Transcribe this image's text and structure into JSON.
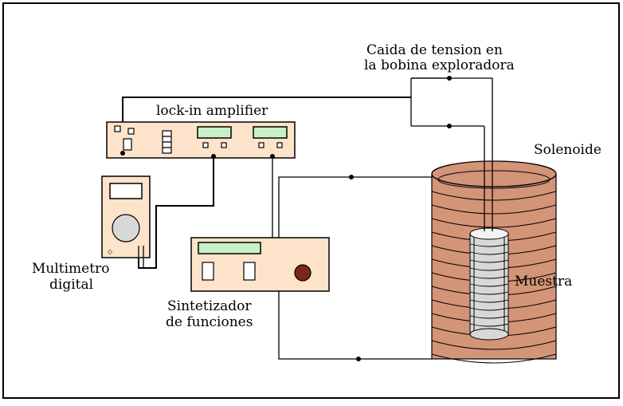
{
  "labels": {
    "lockin": "lock-in amplifier",
    "pickup_line1": "Caida de tension en",
    "pickup_line2": "la bobina exploradora",
    "solenoid": "Solenoide",
    "multimeter_line1": "Multimetro",
    "multimeter_line2": "digital",
    "sample": "Muestra",
    "synth_line1": "Sintetizador",
    "synth_line2": "de funciones"
  },
  "colors": {
    "instrument_fill": "#fde3c9",
    "display_fill": "#c8f0c8",
    "solenoid_fill": "#d49478",
    "sample_fill": "#d8d8d8",
    "knob_fill": "#7a2a14"
  }
}
